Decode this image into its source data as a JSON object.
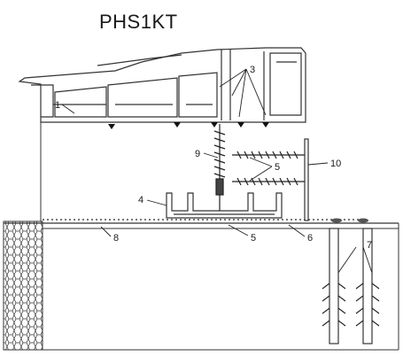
{
  "title": "PHS1KT",
  "callouts": [
    "1",
    "3",
    "4",
    "5",
    "5",
    "6",
    "7",
    "8",
    "9",
    "10"
  ]
}
